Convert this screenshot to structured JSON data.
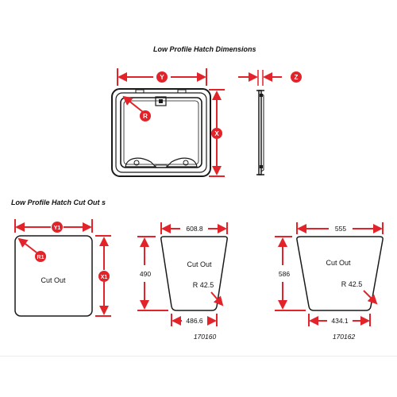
{
  "titles": {
    "dimensions": "Low Profile Hatch Dimensions",
    "cutouts": "Low Profile Hatch Cut Out s"
  },
  "badges": {
    "y": "Y",
    "z": "Z",
    "r": "R",
    "x": "X",
    "y1": "Y1",
    "r1": "R1",
    "x1": "X1"
  },
  "generic_cutout": {
    "label": "Cut Out"
  },
  "cutout_170160": {
    "top_width": "608.8",
    "height": "490",
    "label": "Cut Out",
    "radius": "R 42.5",
    "bottom_width": "486.6",
    "part_number": "170160"
  },
  "cutout_170162": {
    "top_width": "555",
    "height": "586",
    "label": "Cut Out",
    "radius": "R 42.5",
    "bottom_width": "434.1",
    "part_number": "170162"
  },
  "colors": {
    "dimension_red": "#e2232a",
    "outline": "#1a1a1a"
  }
}
